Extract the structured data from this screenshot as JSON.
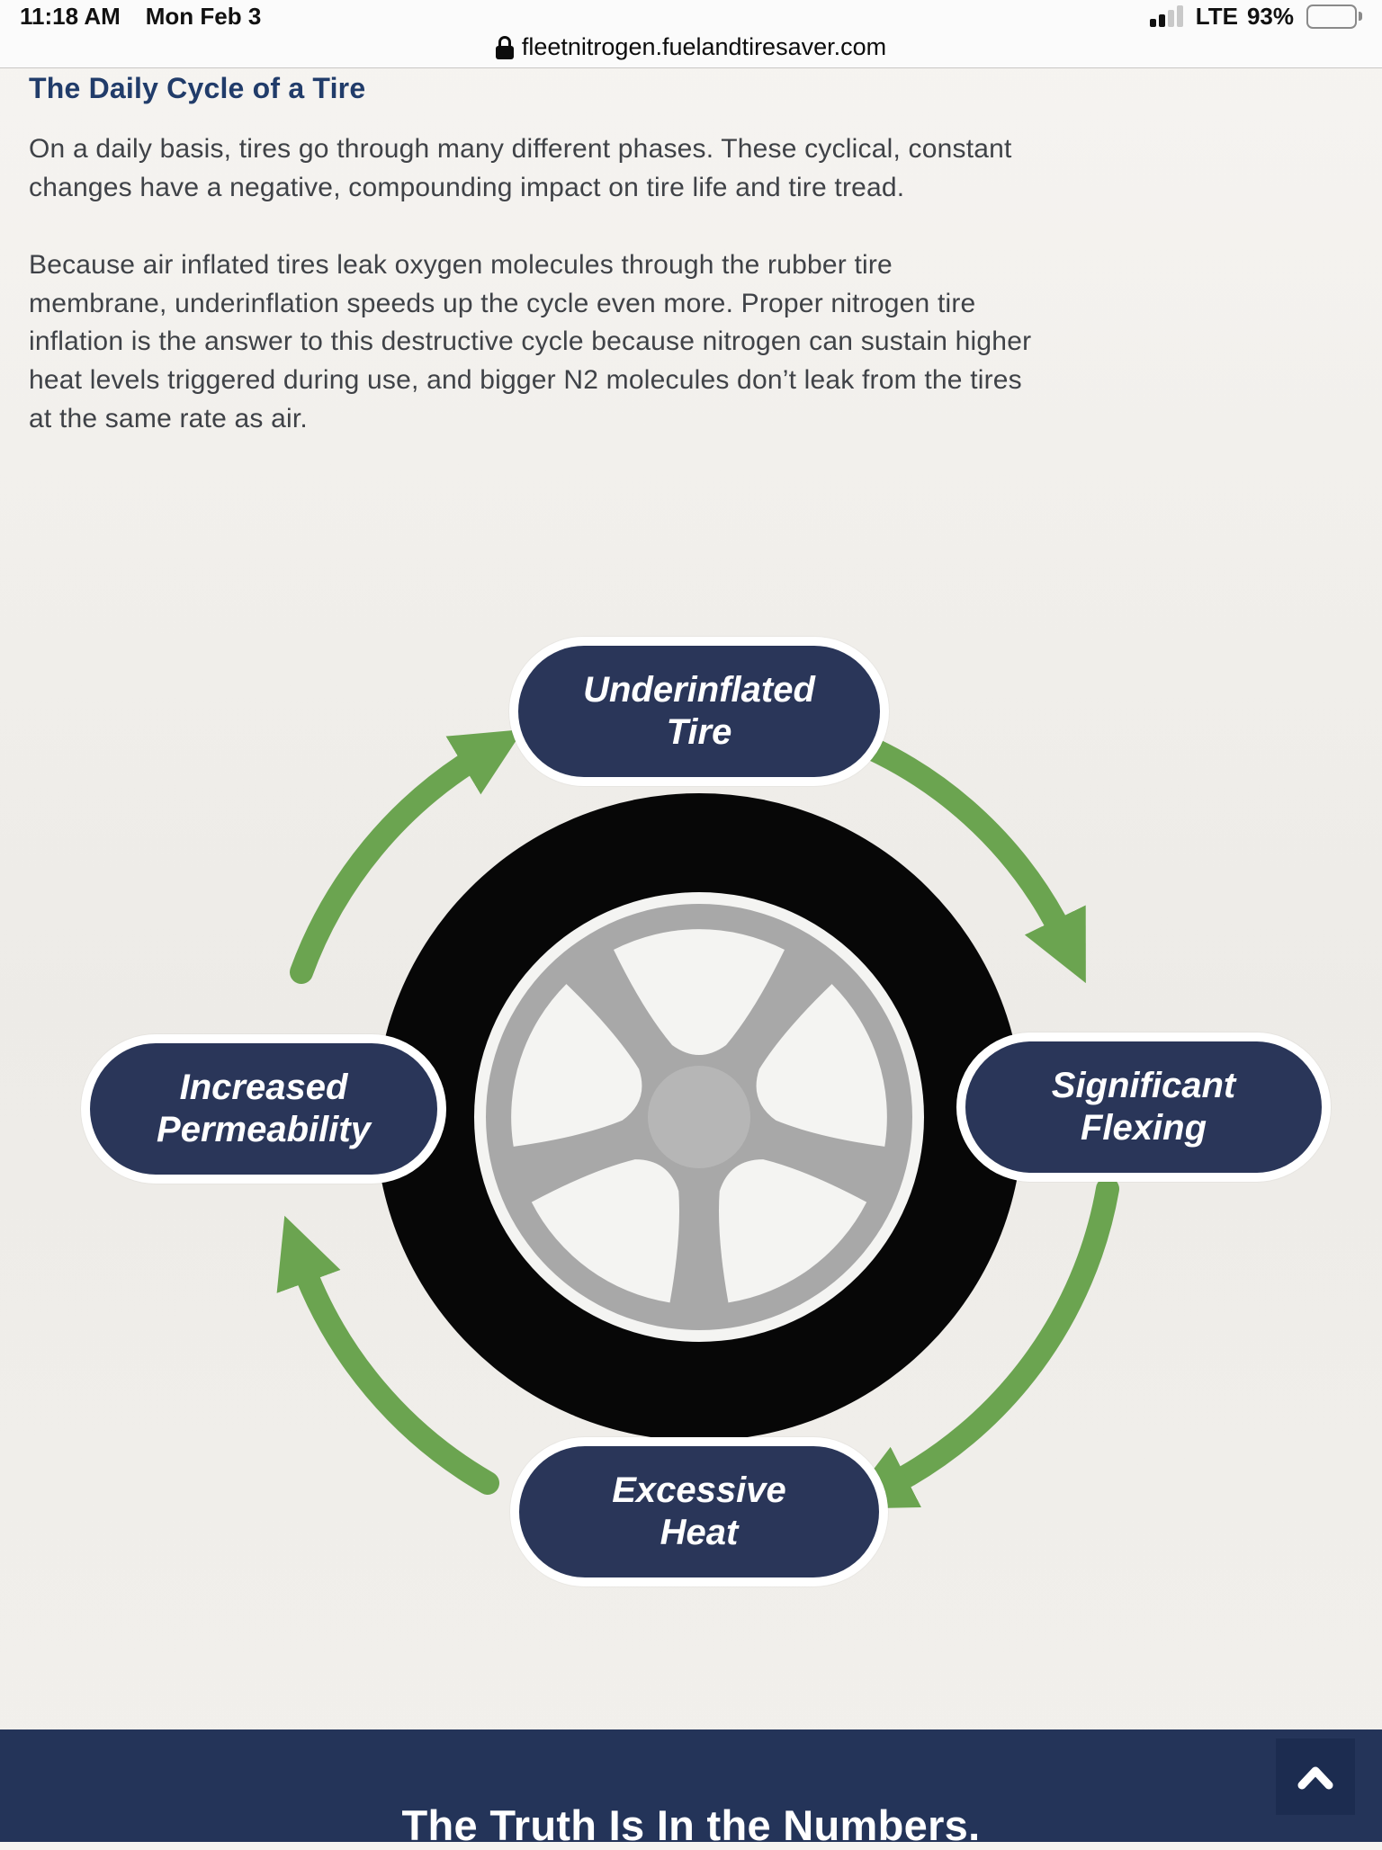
{
  "status_bar": {
    "time": "11:18 AM",
    "date": "Mon Feb 3",
    "network": "LTE",
    "battery_percent": "93%",
    "signal_bars_filled": 2,
    "signal_bars_total": 4
  },
  "browser": {
    "url": "fleetnitrogen.fuelandtiresaver.com",
    "lock_icon": "lock-icon"
  },
  "article": {
    "heading": "The Daily Cycle of a Tire",
    "paragraphs": [
      "On a daily basis, tires go through many different phases. These cyclical, constant changes have a negative, compounding impact on tire life and tire tread.",
      "Because air inflated tires leak oxygen molecules through the rubber tire membrane, underinflation speeds up the cycle even more. Proper nitrogen tire inflation is the answer to this destructive cycle because nitrogen can sustain higher heat levels triggered during use, and bigger N2 molecules don’t leak from the tires at the same rate as air."
    ]
  },
  "diagram": {
    "type": "cycle",
    "center_graphic": "tire-wheel",
    "direction": "clockwise",
    "nodes": [
      {
        "position": "top",
        "line1": "Underinflated",
        "line2": "Tire"
      },
      {
        "position": "right",
        "line1": "Significant",
        "line2": "Flexing"
      },
      {
        "position": "bottom",
        "line1": "Excessive",
        "line2": "Heat"
      },
      {
        "position": "left",
        "line1": "Increased",
        "line2": "Permeability"
      }
    ],
    "colors": {
      "node_fill": "#2a3659",
      "node_outline": "#ffffff",
      "arrow_green": "#6ba450",
      "tire_black": "#070707",
      "rim_gray": "#a8a8a8",
      "hub_gray": "#b6b6b6",
      "ring_white": "#f4f4f2"
    }
  },
  "footer": {
    "heading": "The Truth Is In the Numbers.",
    "background": "#243459",
    "scroll_top_icon": "chevron-up-icon"
  }
}
